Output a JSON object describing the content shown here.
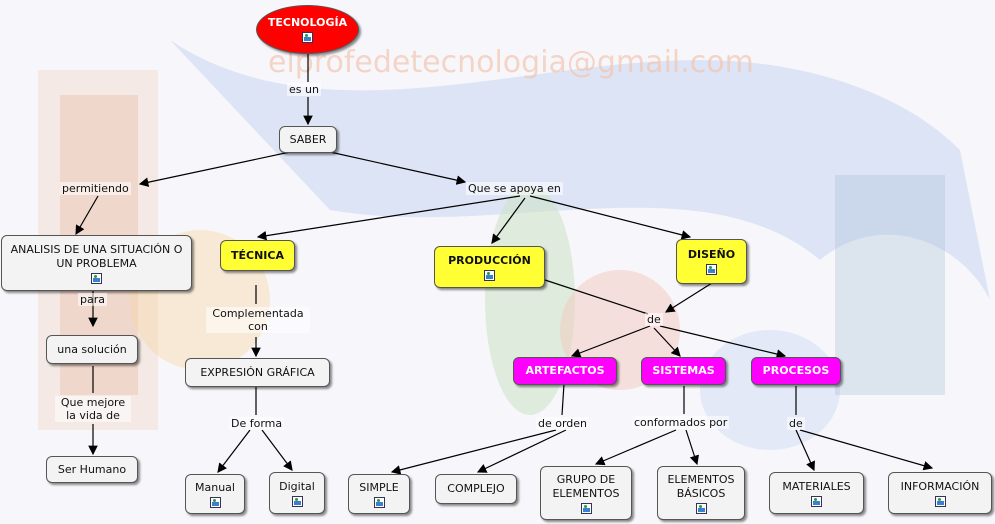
{
  "watermark": {
    "email": "elprofedetecnologia@gmail.com"
  },
  "nodes": {
    "tecnologia": "TECNOLOGÍA",
    "saber": "SABER",
    "analisis": "ANALISIS DE UNA SITUACIÓN O UN PROBLEMA",
    "solucion": "una solución",
    "humano": "Ser Humano",
    "tecnica": "TÉCNICA",
    "produccion": "PRODUCCIÓN",
    "diseno": "DISEÑO",
    "expresion": "EXPRESIÓN GRÁFICA",
    "manual": "Manual",
    "digital": "Digital",
    "artefactos": "ARTEFACTOS",
    "sistemas": "SISTEMAS",
    "procesos": "PROCESOS",
    "simple": "SIMPLE",
    "complejo": "COMPLEJO",
    "grupo": "GRUPO DE ELEMENTOS",
    "elementos_basicos": "ELEMENTOS BÁSICOS",
    "materiales": "MATERIALES",
    "informacion": "INFORMACIÓN"
  },
  "links": {
    "es_un": "es un",
    "permitiendo": "permitiendo",
    "que_se_apoya": "Que se apoya en",
    "para": "para",
    "que_mejore": "Que mejore la vida de",
    "complementada": "Complementada con",
    "de_forma": "De forma",
    "de": "de",
    "de_orden": "de orden",
    "conformados": "conformados por",
    "de2": "de"
  },
  "icons": [
    "image-icon"
  ],
  "colors": {
    "root": "#ff0000",
    "main": "#ffff33",
    "sub": "#ff00ff",
    "node": "#f3f3f3"
  }
}
